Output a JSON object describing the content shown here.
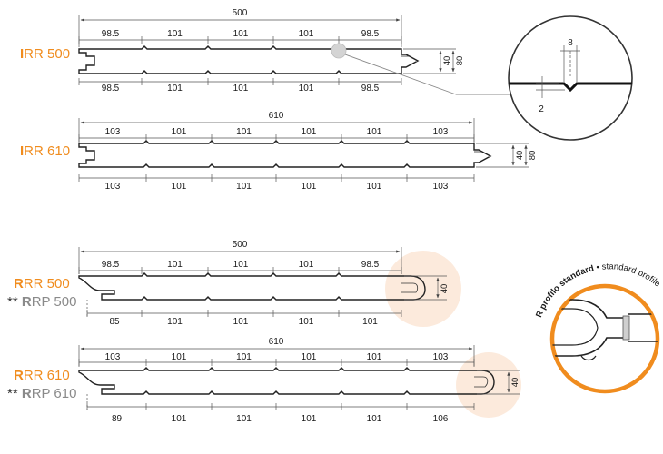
{
  "colors": {
    "accent": "#f08c1e",
    "muted": "#8a8a8a",
    "line": "#222222",
    "highlight": "#fbe3d0"
  },
  "panels": [
    {
      "label_parts": [
        {
          "text": "I",
          "style": "orange-bold"
        },
        {
          "text": "RR 500",
          "style": "orange"
        }
      ],
      "sub_label_parts": [],
      "total": "500",
      "top_dims": [
        "98.5",
        "101",
        "101",
        "101",
        "98.5"
      ],
      "bottom_dims": [
        "98.5",
        "101",
        "101",
        "101",
        "98.5"
      ],
      "heights": [
        "40",
        "80"
      ]
    },
    {
      "label_parts": [
        {
          "text": "I",
          "style": "orange-bold"
        },
        {
          "text": "RR 610",
          "style": "orange"
        }
      ],
      "sub_label_parts": [],
      "total": "610",
      "top_dims": [
        "103",
        "101",
        "101",
        "101",
        "101",
        "103"
      ],
      "bottom_dims": [
        "103",
        "101",
        "101",
        "101",
        "101",
        "103"
      ],
      "heights": [
        "40",
        "80"
      ]
    },
    {
      "label_parts": [
        {
          "text": "R",
          "style": "orange-bold"
        },
        {
          "text": "RR 500",
          "style": "orange"
        }
      ],
      "sub_label_parts": [
        {
          "text": "** ",
          "style": "dark"
        },
        {
          "text": "R",
          "style": "gray-bold"
        },
        {
          "text": "RP 500",
          "style": "gray"
        }
      ],
      "total": "500",
      "top_dims": [
        "98.5",
        "101",
        "101",
        "101",
        "98.5"
      ],
      "bottom_dims": [
        "85",
        "101",
        "101",
        "101",
        "101"
      ],
      "heights": [
        "40"
      ]
    },
    {
      "label_parts": [
        {
          "text": "R",
          "style": "orange-bold"
        },
        {
          "text": "RR 610",
          "style": "orange"
        }
      ],
      "sub_label_parts": [
        {
          "text": "** ",
          "style": "dark"
        },
        {
          "text": "R",
          "style": "gray-bold"
        },
        {
          "text": "RP 610",
          "style": "gray"
        }
      ],
      "total": "610",
      "top_dims": [
        "103",
        "101",
        "101",
        "101",
        "101",
        "103"
      ],
      "bottom_dims": [
        "89",
        "101",
        "101",
        "101",
        "101",
        "106"
      ],
      "heights": [
        "40"
      ]
    }
  ],
  "detail": {
    "width_label": "8",
    "depth_label": "2"
  },
  "profile_caption": {
    "bold": "R profilo standard",
    "bullet": " • ",
    "rest": "standard profile"
  }
}
